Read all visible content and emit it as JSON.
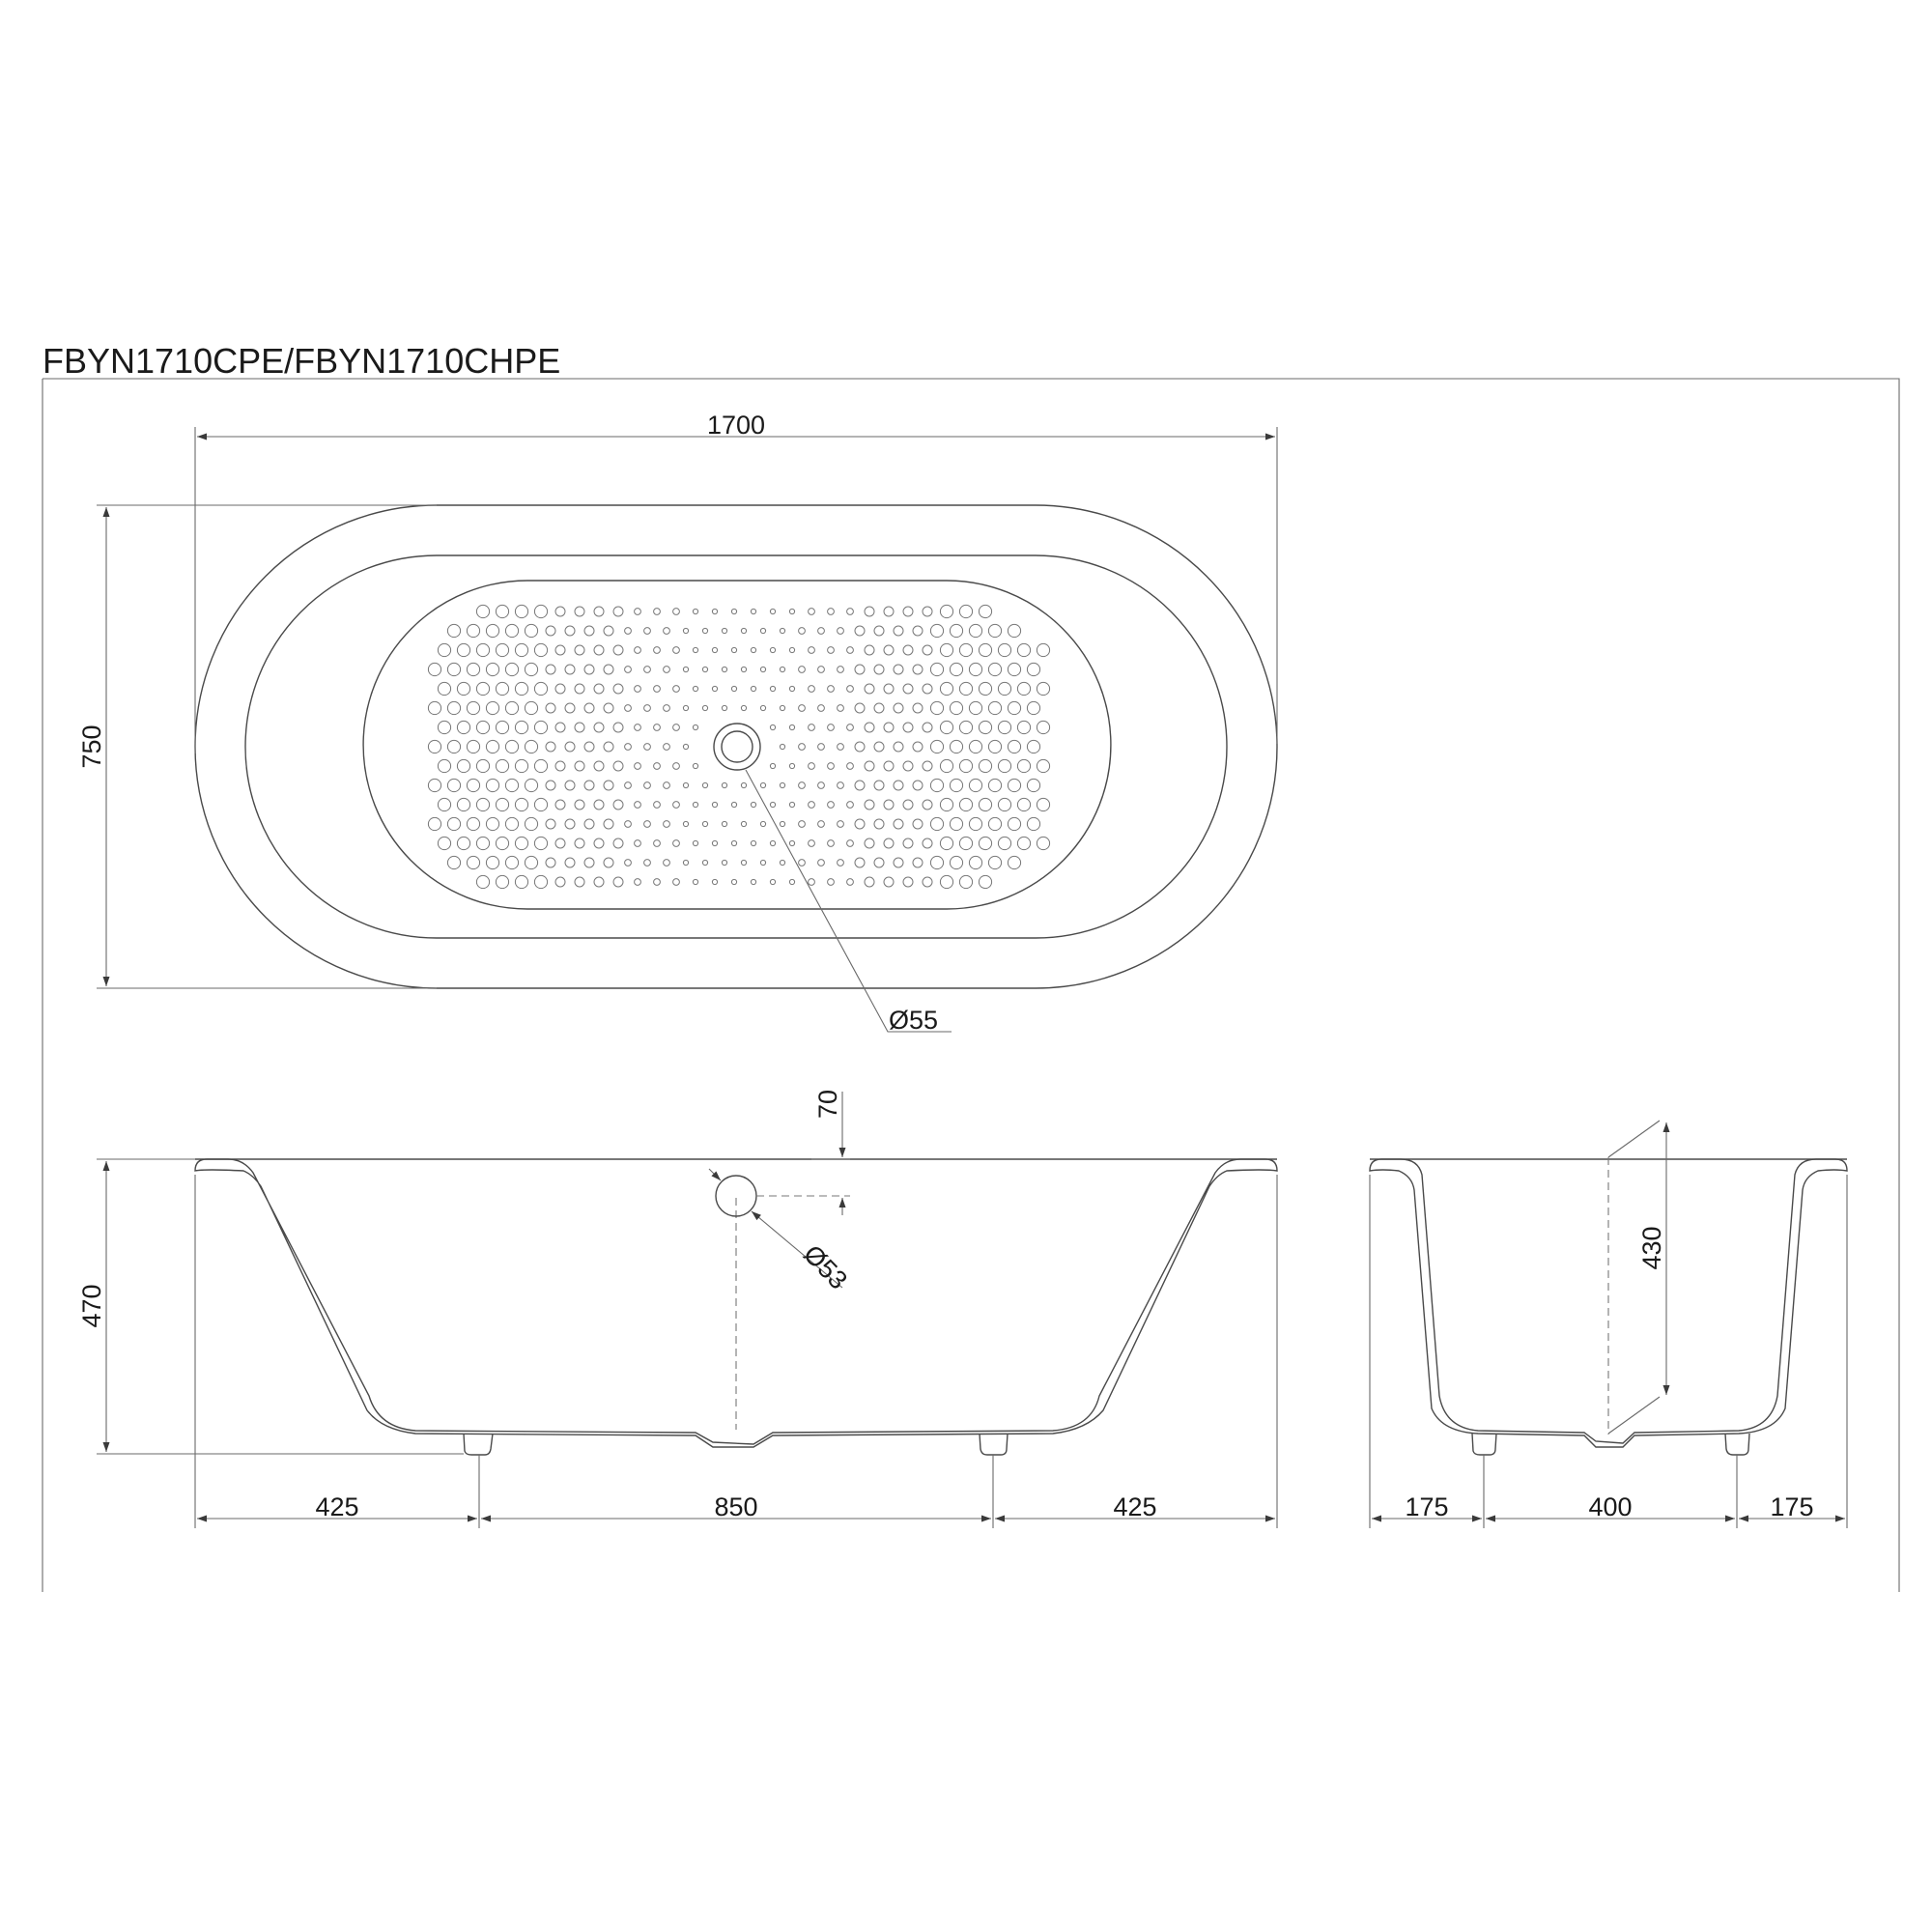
{
  "title": "FBYN1710CPE/FBYN1710CHPE",
  "top_view": {
    "dim_length": "1700",
    "dim_width": "750",
    "drain_diameter": "Ø55"
  },
  "front_view": {
    "dim_height": "470",
    "dim_overflow_offset": "70",
    "overflow_diameter": "Ø53",
    "dim_left": "425",
    "dim_center": "850",
    "dim_right": "425"
  },
  "side_view": {
    "dim_inner_depth": "430",
    "dim_left": "175",
    "dim_center": "400",
    "dim_right": "175"
  },
  "colors": {
    "line": "#4a4a4a",
    "text": "#1a1a1a",
    "background": "#ffffff"
  }
}
